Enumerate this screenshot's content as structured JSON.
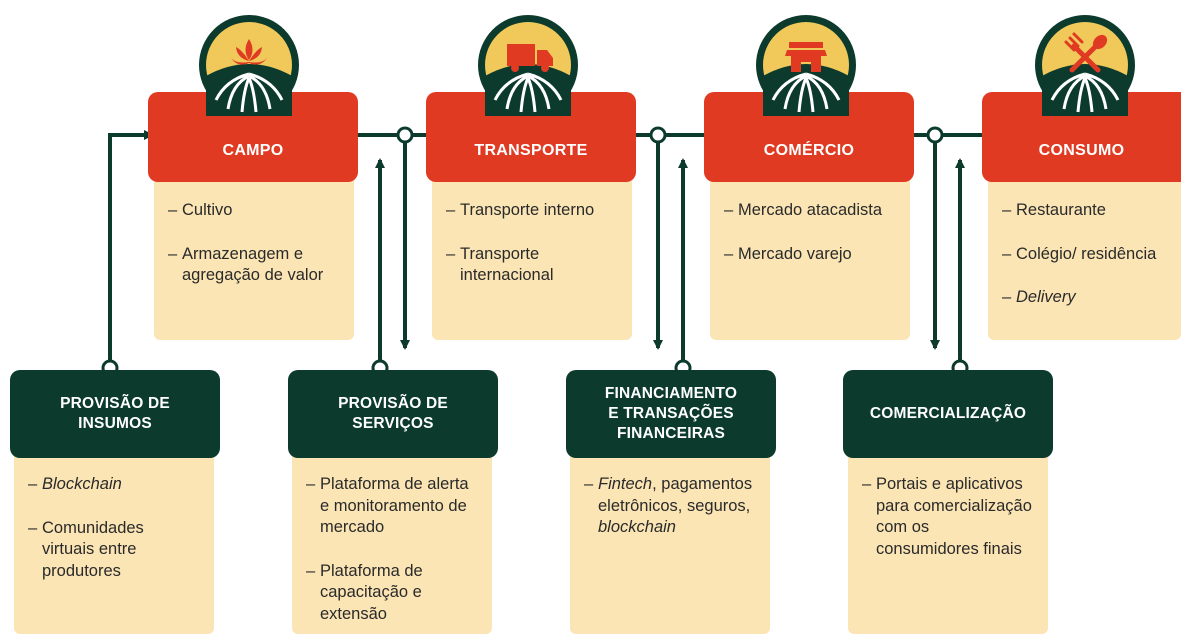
{
  "stages": [
    {
      "id": "campo",
      "title": "CAMPO",
      "icon": "lotus-icon",
      "items": [
        {
          "text": "Cultivo",
          "italic": false
        },
        {
          "text": "Armazenagem e agregação de valor",
          "italic": false
        }
      ]
    },
    {
      "id": "transporte",
      "title": "TRANSPORTE",
      "icon": "truck-icon",
      "items": [
        {
          "text": "Transporte interno",
          "italic": false
        },
        {
          "text": "Transporte internacional",
          "italic": false
        }
      ]
    },
    {
      "id": "comercio",
      "title": "COMÉRCIO",
      "icon": "store-icon",
      "items": [
        {
          "text": "Mercado atacadista",
          "italic": false
        },
        {
          "text": "Mercado varejo",
          "italic": false
        }
      ]
    },
    {
      "id": "consumo",
      "title": "CONSUMO",
      "icon": "fork-spoon-icon",
      "items": [
        {
          "text": "Restaurante",
          "italic": false
        },
        {
          "text": "Colégio/ residência",
          "italic": false
        },
        {
          "text": "Delivery",
          "italic": true
        }
      ]
    }
  ],
  "services": [
    {
      "id": "insumos",
      "title": "PROVISÃO DE\nINSUMOS",
      "items": [
        {
          "text": "Blockchain",
          "italic": true
        },
        {
          "text": "Comunidades virtuais entre produtores",
          "italic": false
        }
      ]
    },
    {
      "id": "servicos",
      "title": "PROVISÃO DE\nSERVIÇOS",
      "items": [
        {
          "text": "Plataforma de alerta e monitoramento de mercado",
          "italic": false
        },
        {
          "text": "Plataforma de capacitação e extensão",
          "italic": false
        }
      ]
    },
    {
      "id": "financiamento",
      "title": "FINANCIAMENTO\nE TRANSAÇÕES\nFINANCEIRAS",
      "items": [
        {
          "parts": [
            {
              "t": "Fintech",
              "i": true
            },
            {
              "t": ", pagamentos eletrônicos, seguros, ",
              "i": false
            },
            {
              "t": "blockchain",
              "i": true
            }
          ]
        }
      ]
    },
    {
      "id": "comercializacao",
      "title": "COMERCIALIZAÇÃO",
      "items": [
        {
          "text": "Portais e aplicativos para comercialização com os consumidores finais",
          "italic": false
        }
      ]
    }
  ],
  "colors": {
    "red": "#e03a23",
    "green": "#0c3b2e",
    "cream": "#fbe5b5",
    "sun": "#f0c95a"
  }
}
